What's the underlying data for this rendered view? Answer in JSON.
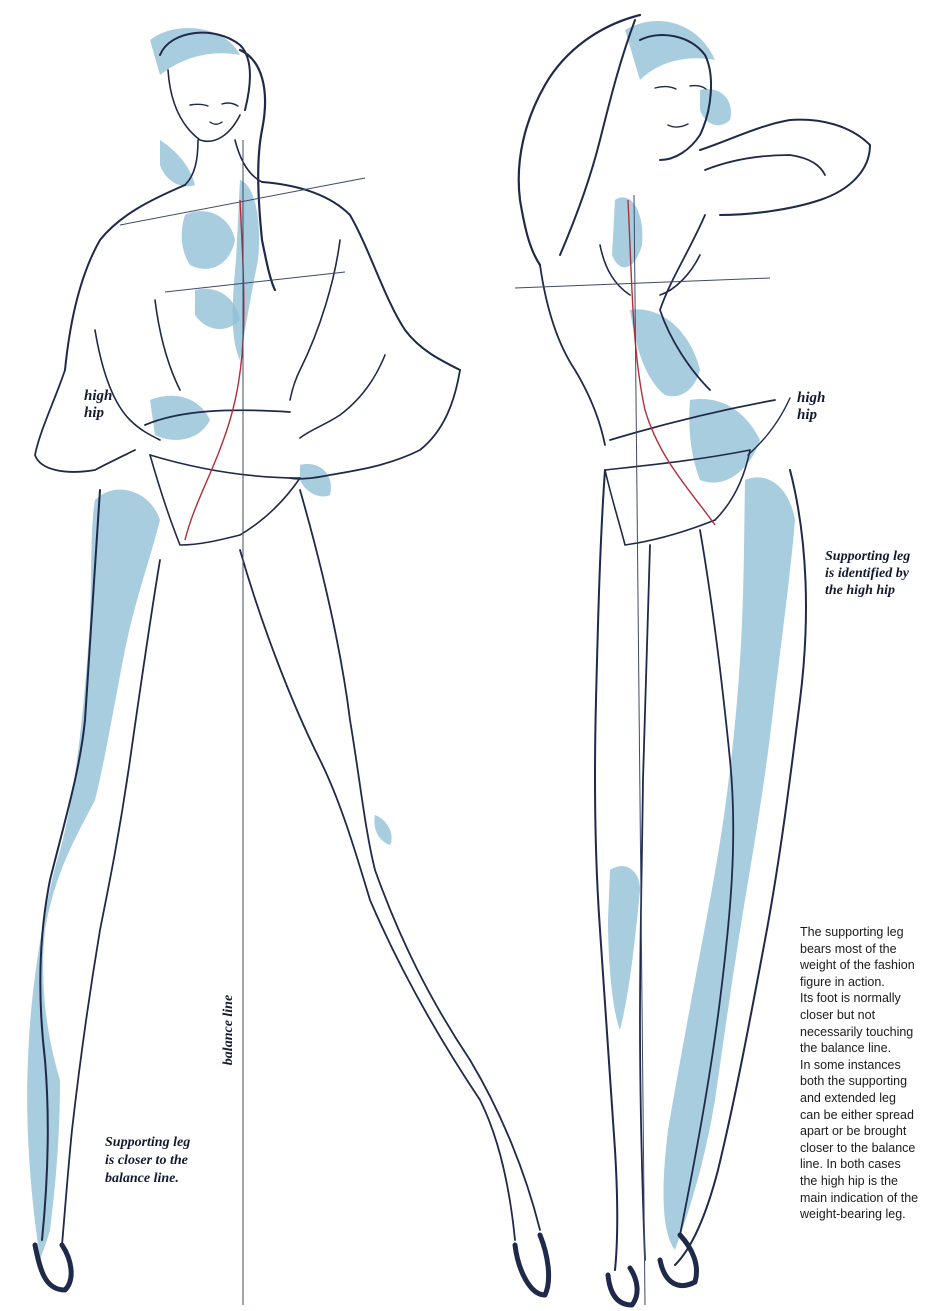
{
  "labels": {
    "high_hip_left": "high\nhip",
    "high_hip_right": "high\nhip",
    "supporting_leg_right": "Supporting leg\nis identified by\nthe high hip",
    "supporting_leg_left": "Supporting leg\nis closer to the\nbalance line.",
    "balance_line": "balance line"
  },
  "description": "The supporting leg\nbears most of the\nweight of the fashion\nfigure in action.\nIts foot is normally\ncloser but not\nnecessarily touching\nthe balance line.\nIn some instances\nboth the supporting\nand extended leg\ncan be either spread\napart or be brought\ncloser to the balance\nline. In both cases\nthe high hip is the\nmain indication of the\nweight-bearing leg.",
  "colors": {
    "ink": "#1f2a4a",
    "wash": "#8fbfd6",
    "center_line": "#b0303a"
  }
}
